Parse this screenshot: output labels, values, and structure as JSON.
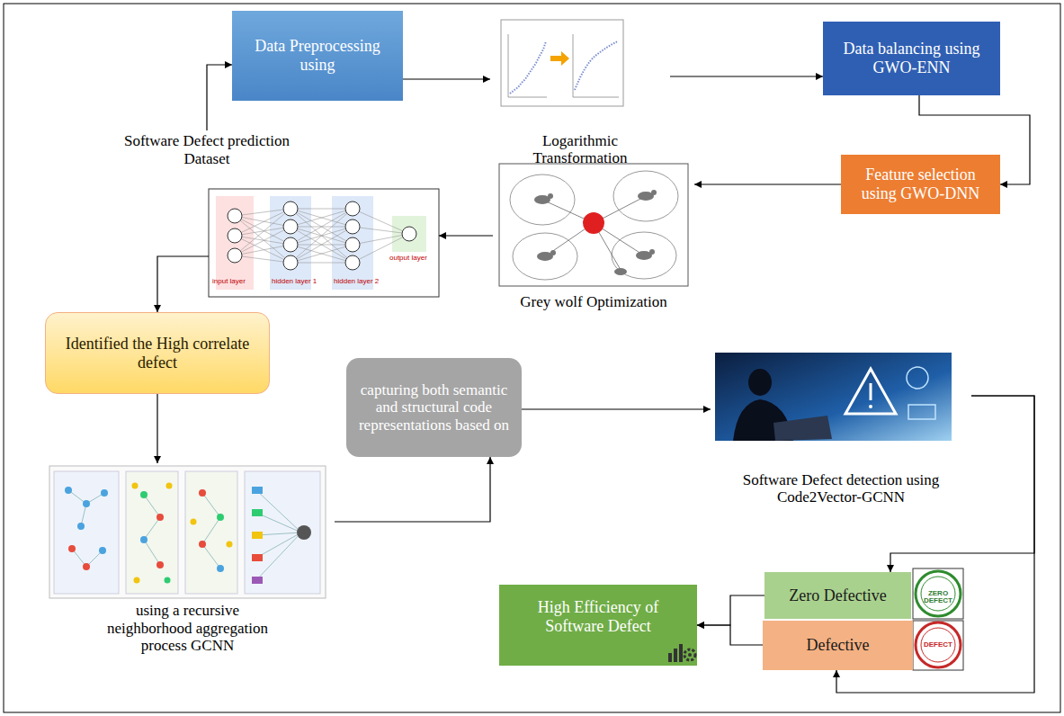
{
  "diagram": {
    "nodes": [
      {
        "text": [
          "Software Defect prediction Dataset"
        ]
      },
      {
        "text": [
          "Data Preprocessing using"
        ]
      },
      {
        "text": [
          "Logarithmic Transformation"
        ]
      },
      {
        "text": [
          "Data balancing using GWO-ENN"
        ]
      },
      {
        "text": [
          "Feature selection using GWO-DNN"
        ]
      },
      {
        "text": [
          "Grey wolf Optimization"
        ]
      },
      {
        "text": [
          "input layer",
          "hidden layer 1",
          "hidden layer 2",
          "output layer"
        ]
      },
      {
        "text": [
          "Identified the High correlate defect"
        ]
      },
      {
        "text": [
          "using a recursive neighborhood aggregation process GCNN"
        ]
      },
      {
        "text": [
          "capturing both semantic and structural code representations based on"
        ]
      },
      {
        "text": [
          "Software Defect detection using Code2Vector-GCNN"
        ]
      },
      {
        "text": [
          "Zero Defective"
        ]
      },
      {
        "text": [
          "Defective"
        ]
      },
      {
        "text": [
          "High Efficiency of Software Defect"
        ]
      }
    ],
    "edges": [
      {
        "from": 0,
        "to": 1,
        "arrow": "to"
      },
      {
        "from": 1,
        "to": 2,
        "arrow": "to"
      },
      {
        "from": 2,
        "to": 3,
        "arrow": "to"
      },
      {
        "from": 3,
        "to": 4,
        "arrow": "to"
      },
      {
        "from": 4,
        "to": 5,
        "arrow": "to"
      },
      {
        "from": 5,
        "to": 6,
        "arrow": "to"
      },
      {
        "from": 6,
        "to": 7,
        "arrow": "to"
      },
      {
        "from": 7,
        "to": 8,
        "arrow": "to"
      },
      {
        "from": 8,
        "to": 9,
        "arrow": "to"
      },
      {
        "from": 9,
        "to": 10,
        "arrow": "to"
      },
      {
        "from": 10,
        "to": 11,
        "arrow": "to"
      },
      {
        "from": 10,
        "to": 12,
        "arrow": "to"
      },
      {
        "from": 11,
        "to": 13,
        "arrow": "to"
      },
      {
        "from": 12,
        "to": 13,
        "arrow": "to"
      }
    ],
    "labels": [
      "ZERO DEFECT",
      "DEFECT"
    ]
  }
}
